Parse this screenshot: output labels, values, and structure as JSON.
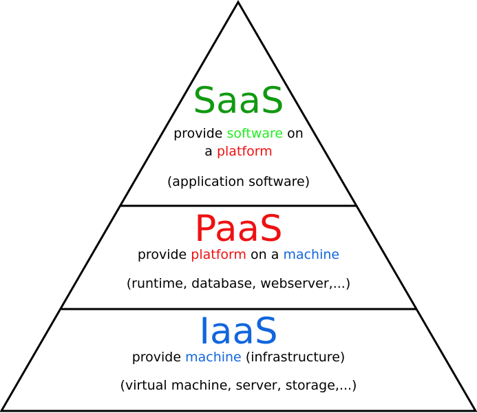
{
  "colors": {
    "saas": "#119911",
    "saas_software": "#22ee22",
    "platform": "#ee1111",
    "machine": "#1166dd",
    "outline": "#000000"
  },
  "tiers": {
    "saas": {
      "title": "SaaS",
      "line1_pre": "provide ",
      "line1_software": "software",
      "line1_post": " on",
      "line2_pre": "a ",
      "line2_platform": "platform",
      "examples": "(application software)"
    },
    "paas": {
      "title": "PaaS",
      "line1_pre": "provide ",
      "line1_platform": "platform",
      "line1_mid": " on a ",
      "line1_machine": "machine",
      "examples": "(runtime, database, webserver,...)"
    },
    "iaas": {
      "title": "IaaS",
      "line1_pre": "provide ",
      "line1_machine": "machine",
      "line1_post": " (infrastructure)",
      "examples": "(virtual machine, server, storage,...)"
    }
  }
}
